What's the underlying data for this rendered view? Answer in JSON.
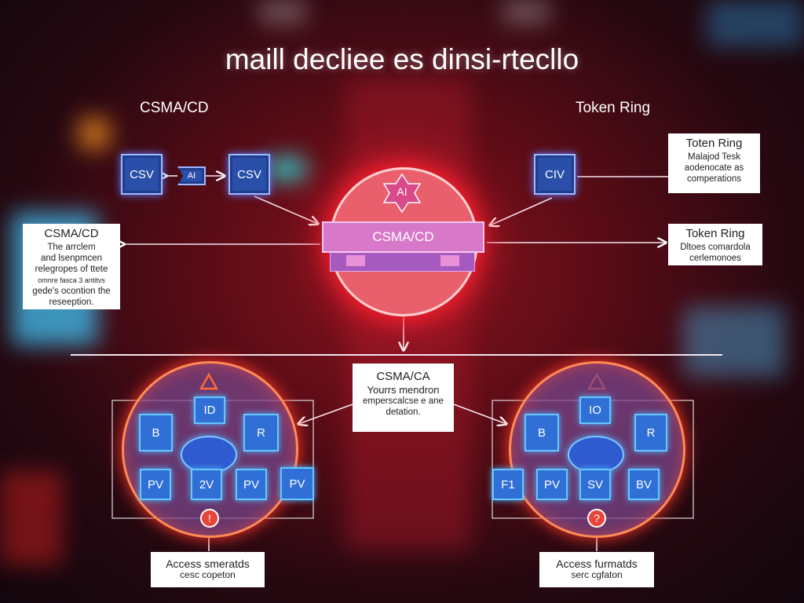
{
  "title": "maill decliee es dinsi-rtecllo",
  "left_label": "CSMA/CD",
  "right_label": "Token Ring",
  "top_nodes": {
    "csv_left": "CSV",
    "tag": "AI",
    "csv_right": "CSV",
    "civ": "CIV"
  },
  "center": {
    "icon_label": "AI",
    "band_label": "CSMA/CD"
  },
  "left_box": {
    "heading": "CSMA/CD",
    "lines": [
      "The arrclem",
      "and lsenpmcen",
      "relegropes of ttete",
      "omnre fasca 3 antitvs",
      "gede's ocontion the",
      "reseeption."
    ]
  },
  "right_box_top": {
    "heading": "Toten Ring",
    "lines": [
      "Malajod Tesk",
      "aodenocate as",
      "comperations"
    ]
  },
  "right_box_mid": {
    "heading": "Token Ring",
    "lines": [
      "Dltoes comardola",
      "cerlemonoes"
    ]
  },
  "mid_box": {
    "heading": "CSMA/CA",
    "lines": [
      "Yourrs mendron",
      "emperscalcse e ane",
      "detation."
    ]
  },
  "left_cluster": {
    "nodes": [
      "ID",
      "B",
      "R",
      "PV",
      "2V",
      "PV",
      "PV"
    ],
    "bottom_icon": "!"
  },
  "right_cluster": {
    "nodes": [
      "IO",
      "B",
      "R",
      "F1",
      "PV",
      "SV",
      "BV"
    ],
    "bottom_icon": "?"
  },
  "left_access": {
    "heading": "Access smeratds",
    "sub": "cesc copeton"
  },
  "right_access": {
    "heading": "Access furmatds",
    "sub": "serc cgfaton"
  }
}
